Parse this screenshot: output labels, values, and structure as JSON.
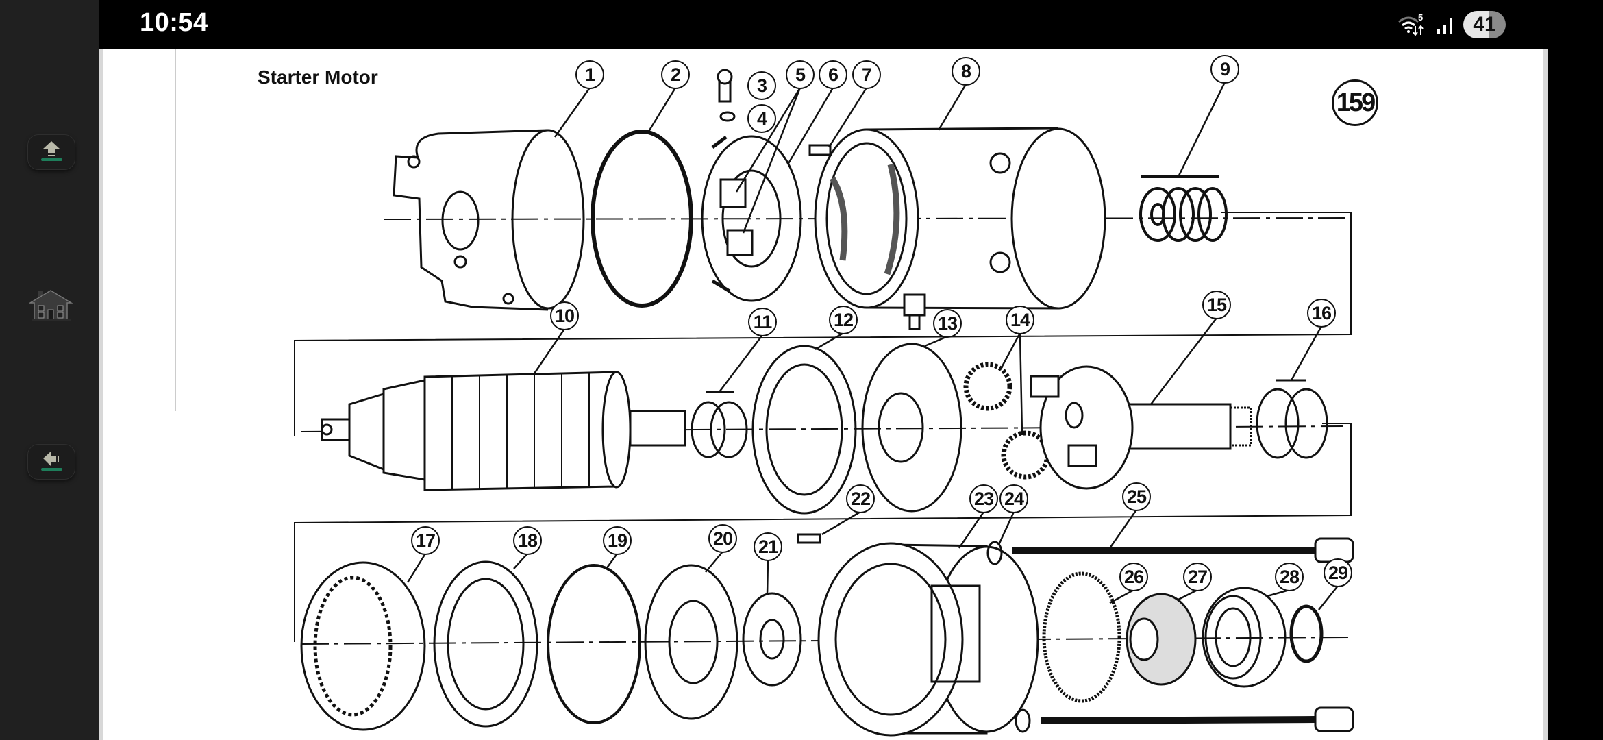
{
  "status_bar": {
    "time": "10:54",
    "wifi_label": "5",
    "battery_level": "41"
  },
  "sidebar": {
    "buttons": [
      {
        "name": "upload-button",
        "icon": "upload-arrow-icon"
      },
      {
        "name": "home-button",
        "icon": "house-icon"
      },
      {
        "name": "back-button",
        "icon": "back-arrow-icon"
      }
    ],
    "accent_color": "#1e7d5a"
  },
  "document": {
    "title": "Starter Motor",
    "page_number": "159",
    "callouts": [
      "1",
      "2",
      "3",
      "4",
      "5",
      "6",
      "7",
      "8",
      "9",
      "10",
      "11",
      "12",
      "13",
      "14",
      "15",
      "16",
      "17",
      "18",
      "19",
      "20",
      "21",
      "22",
      "23",
      "24",
      "25",
      "26",
      "27",
      "28",
      "29"
    ]
  }
}
